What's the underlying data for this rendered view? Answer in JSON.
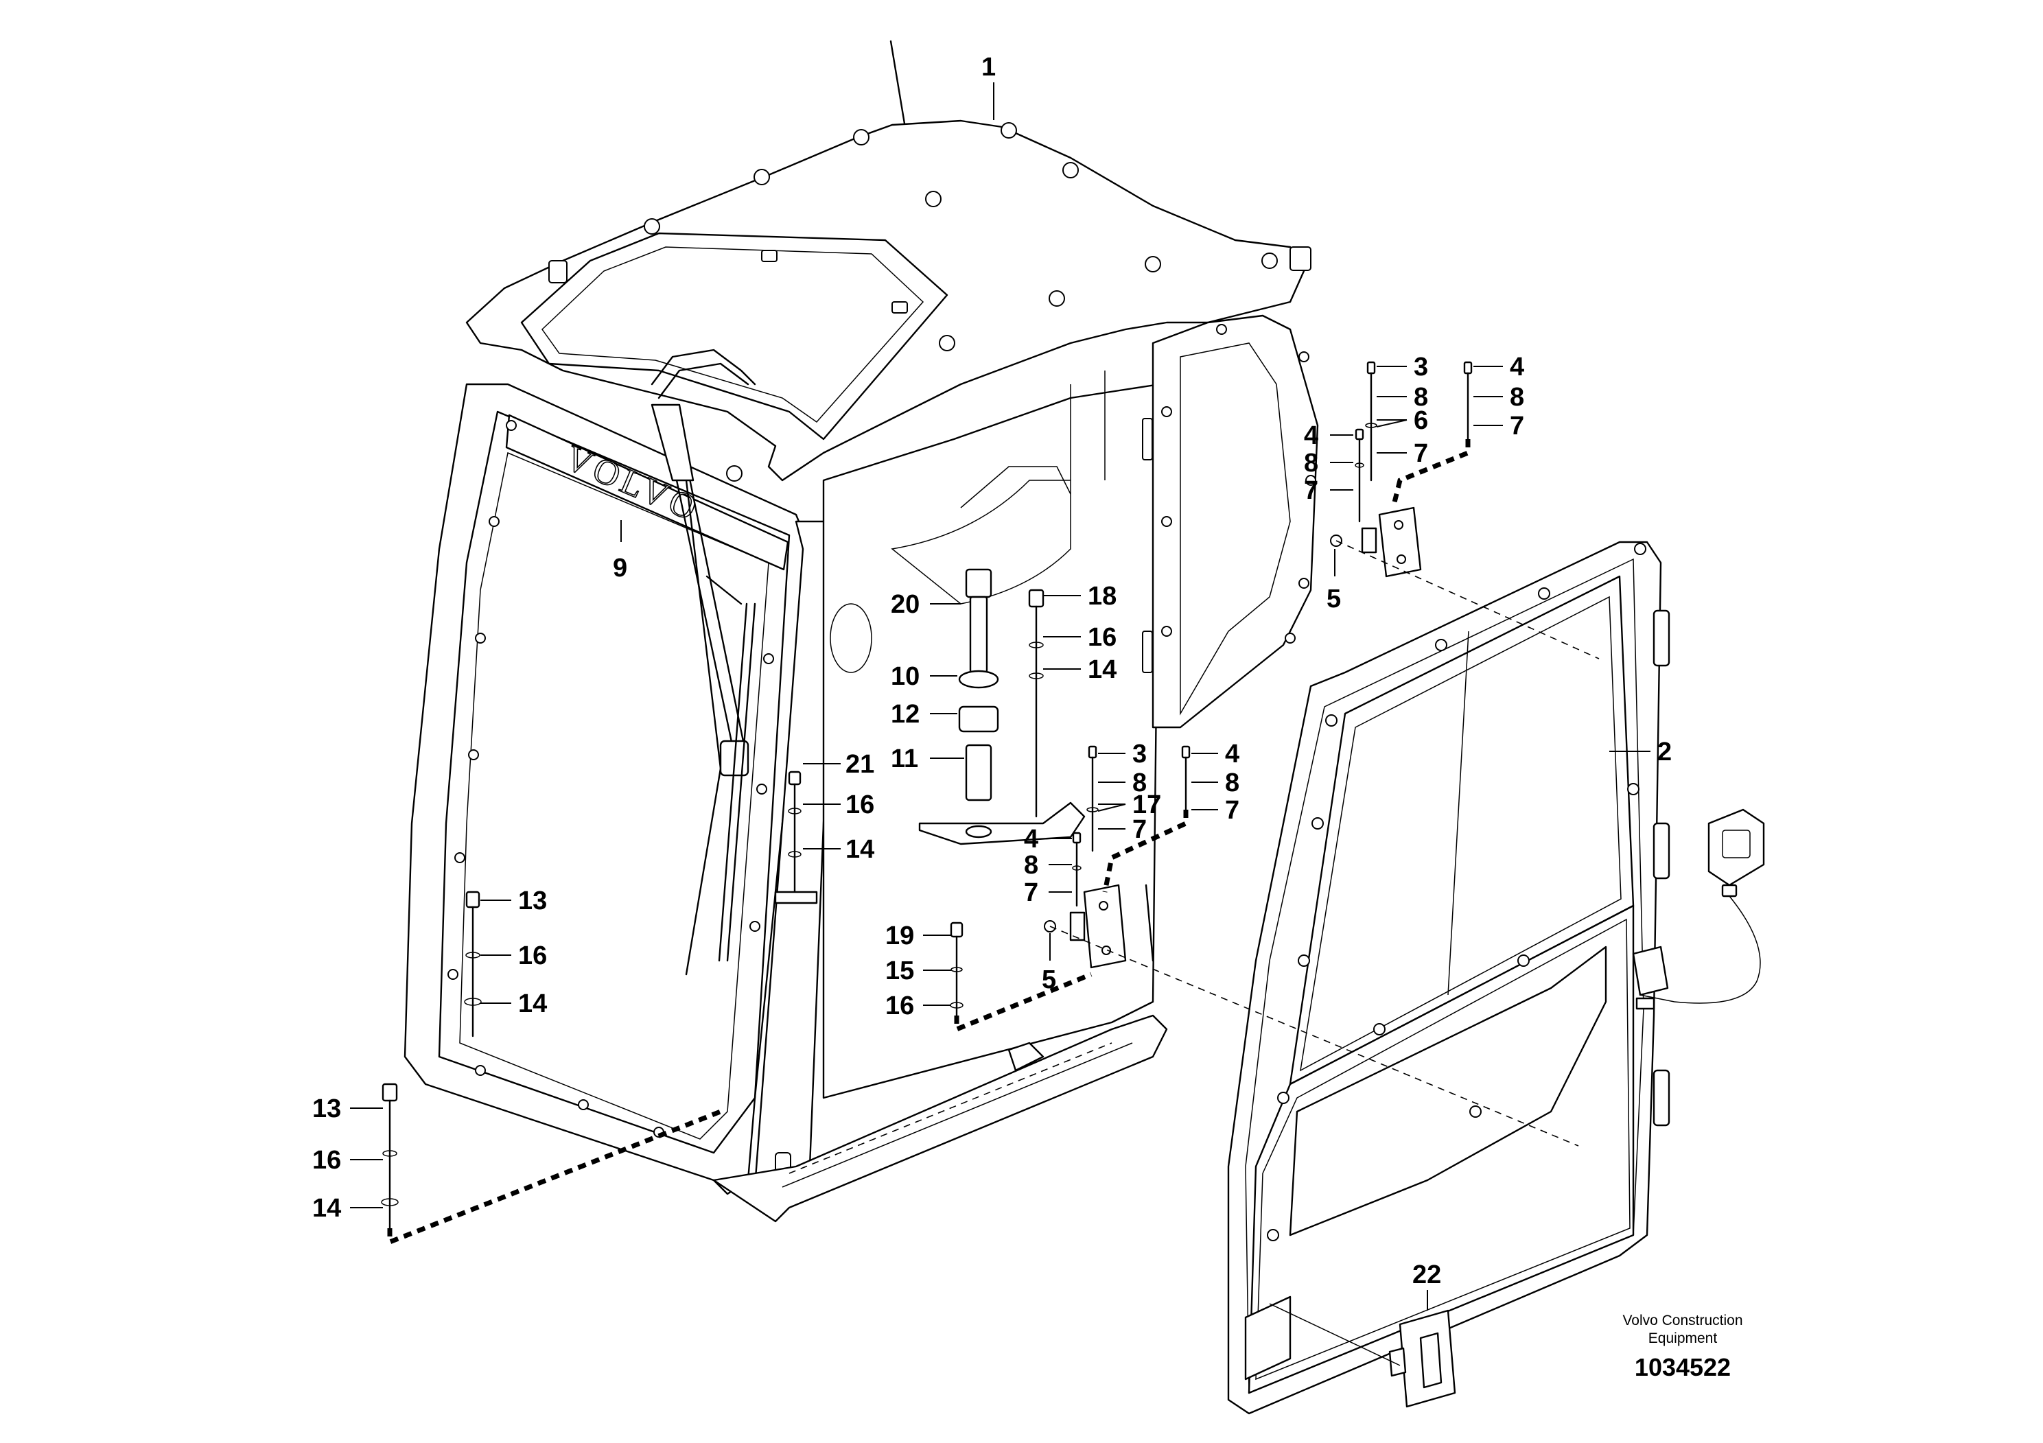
{
  "drawing": {
    "brand_line1": "Volvo Construction",
    "brand_line2": "Equipment",
    "document_number": "1034522",
    "emblem_text": "VOLVO"
  },
  "callouts": [
    "1",
    "2",
    "3",
    "4",
    "5",
    "6",
    "7",
    "8",
    "9",
    "10",
    "11",
    "12",
    "13",
    "14",
    "15",
    "16",
    "17",
    "18",
    "19",
    "20",
    "21",
    "22"
  ]
}
